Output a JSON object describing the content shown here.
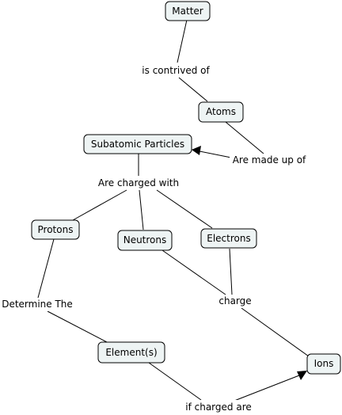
{
  "concepts": {
    "matter": "Matter",
    "atoms": "Atoms",
    "subatomic_particles": "Subatomic Particles",
    "protons": "Protons",
    "neutrons": "Neutrons",
    "electrons": "Electrons",
    "elements": "Element(s)",
    "ions": "Ions"
  },
  "linking_phrases": {
    "is_contrived_of": "is contrived of",
    "are_made_up_of": "Are made up of",
    "are_charged_with": "Are charged with",
    "determine_the": "Determine The",
    "charge": "charge",
    "if_charged_are": "if charged are"
  },
  "colors": {
    "node_fill": "#eef4f4",
    "line": "#000000",
    "background": "#ffffff"
  }
}
